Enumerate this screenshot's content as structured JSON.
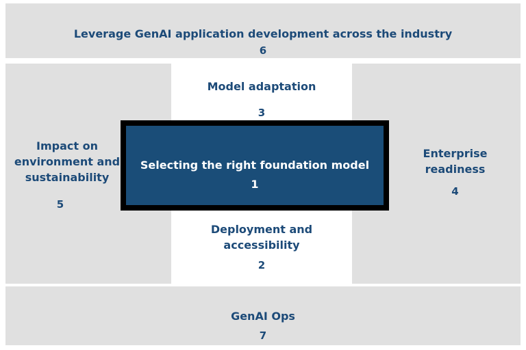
{
  "blocks": {
    "top": {
      "label": "Leverage GenAI application development across the industry",
      "num": "6"
    },
    "model_adaptation": {
      "label": "Model adaptation",
      "num": "3"
    },
    "left": {
      "line1": "Impact on",
      "line2": "environment and",
      "line3": "sustainability",
      "num": "5"
    },
    "center": {
      "label": "Selecting the right foundation model",
      "num": "1"
    },
    "right": {
      "line1": "Enterprise",
      "line2": "readiness",
      "num": "4"
    },
    "deployment": {
      "line1": "Deployment and",
      "line2": "accessibility",
      "num": "2"
    },
    "bottom": {
      "label": "GenAI Ops",
      "num": "7"
    }
  },
  "colors": {
    "box_fill": "#e0e0e0",
    "text_blue": "#1c4a78",
    "center_fill": "#1a4d78",
    "center_border": "#000000"
  }
}
